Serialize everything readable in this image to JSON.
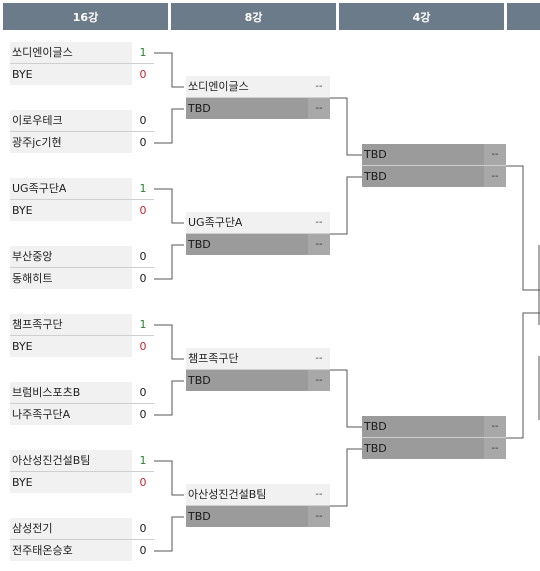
{
  "headers": [
    "16강",
    "8강",
    "4강",
    ""
  ],
  "colors": {
    "header_bg": "#6c7b89",
    "win": "#2e7d32",
    "lose": "#c62828",
    "tbd_bg": "#9b9b9b",
    "line": "#555555"
  },
  "round16": [
    {
      "top": {
        "name": "쏘디엔이글스",
        "score": "1"
      },
      "bottom": {
        "name": "BYE",
        "score": "0"
      }
    },
    {
      "top": {
        "name": "이로우테크",
        "score": "0"
      },
      "bottom": {
        "name": "광주jc기현",
        "score": "0"
      }
    },
    {
      "top": {
        "name": "UG족구단A",
        "score": "1"
      },
      "bottom": {
        "name": "BYE",
        "score": "0"
      }
    },
    {
      "top": {
        "name": "부산중앙",
        "score": "0"
      },
      "bottom": {
        "name": "동해히트",
        "score": "0"
      }
    },
    {
      "top": {
        "name": "챔프족구단",
        "score": "1"
      },
      "bottom": {
        "name": "BYE",
        "score": "0"
      }
    },
    {
      "top": {
        "name": "브럼비스포츠B",
        "score": "0"
      },
      "bottom": {
        "name": "나주족구단A",
        "score": "0"
      }
    },
    {
      "top": {
        "name": "아산성진건설B팀",
        "score": "1"
      },
      "bottom": {
        "name": "BYE",
        "score": "0"
      }
    },
    {
      "top": {
        "name": "삼성전기",
        "score": "0"
      },
      "bottom": {
        "name": "전주태온승호",
        "score": "0"
      }
    }
  ],
  "quarter": [
    {
      "top": {
        "name": "쏘디엔이글스",
        "score": "--"
      },
      "bottom": {
        "name": "TBD",
        "score": "--"
      }
    },
    {
      "top": {
        "name": "UG족구단A",
        "score": "--"
      },
      "bottom": {
        "name": "TBD",
        "score": "--"
      }
    },
    {
      "top": {
        "name": "챔프족구단",
        "score": "--"
      },
      "bottom": {
        "name": "TBD",
        "score": "--"
      }
    },
    {
      "top": {
        "name": "아산성진건설B팀",
        "score": "--"
      },
      "bottom": {
        "name": "TBD",
        "score": "--"
      }
    }
  ],
  "semi": [
    {
      "top": {
        "name": "TBD",
        "score": "--"
      },
      "bottom": {
        "name": "TBD",
        "score": "--"
      }
    },
    {
      "top": {
        "name": "TBD",
        "score": "--"
      },
      "bottom": {
        "name": "TBD",
        "score": "--"
      }
    }
  ]
}
